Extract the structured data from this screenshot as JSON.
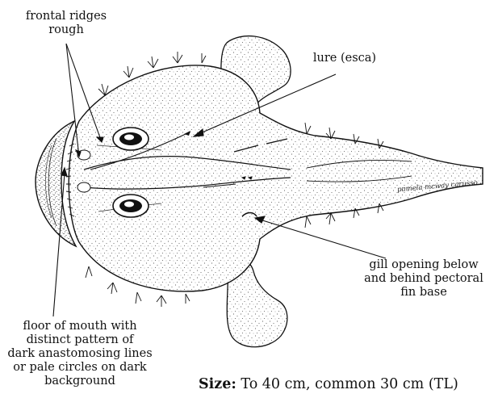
{
  "labels": {
    "frontal_ridges": [
      "frontal ridges",
      "rough"
    ],
    "lure": [
      "lure (esca)"
    ],
    "gill_opening": [
      "gill opening below",
      "and behind pectoral",
      "fin base"
    ],
    "floor_of_mouth": [
      "floor of mouth with",
      "distinct pattern of",
      "dark anastomosing lines",
      "or pale circles on dark",
      "background"
    ]
  },
  "size": {
    "label": "Size:",
    "text": " To 40 cm, common 30 cm (TL)"
  },
  "signature": "pamela mcway carusso"
}
